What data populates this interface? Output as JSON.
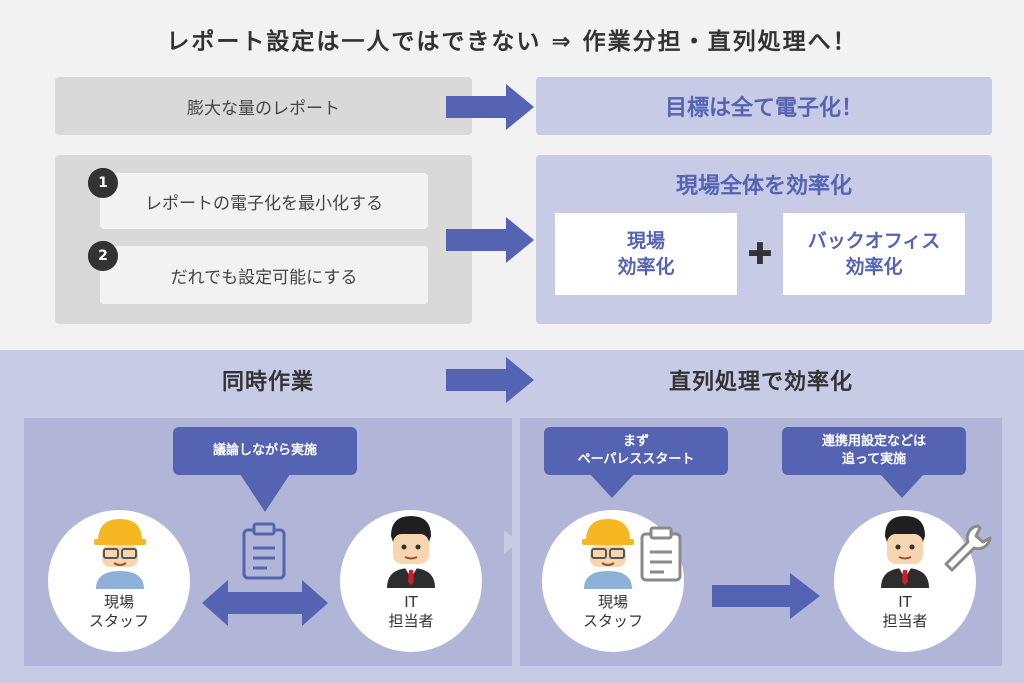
{
  "title": "レポート設定は一人ではできない ⇒ 作業分担・直列処理へ！",
  "top": {
    "row1_left": "膨大な量のレポート",
    "row1_right": "目標は全て電子化！",
    "row2_items": [
      {
        "num": "1",
        "text": "レポートの電子化を最小化する"
      },
      {
        "num": "2",
        "text": "だれでも設定可能にする"
      }
    ],
    "row2_right_title": "現場全体を効率化",
    "card_left": [
      "現場",
      "効率化"
    ],
    "card_right": [
      "バックオフィス",
      "効率化"
    ],
    "plus": "✚"
  },
  "bottom": {
    "left_title": "同時作業",
    "right_title": "直列処理で効率化",
    "left_bubble": "議論しながら実施",
    "right_bubble1": [
      "まず",
      "ペーパレススタート"
    ],
    "right_bubble2": [
      "連携用設定などは",
      "追って実施"
    ],
    "staff_label": [
      "現場",
      "スタッフ"
    ],
    "it_label": [
      "IT",
      "担当者"
    ]
  },
  "colors": {
    "accent": "#5463b2",
    "light_blue": "#c7cbe6",
    "panel": "#b1b6d9",
    "gray": "#d9d9d9"
  },
  "icons": [
    "arrow-right-icon",
    "clipboard-icon",
    "double-arrow-icon",
    "wrench-icon",
    "worker-avatar-icon",
    "businessman-avatar-icon"
  ]
}
